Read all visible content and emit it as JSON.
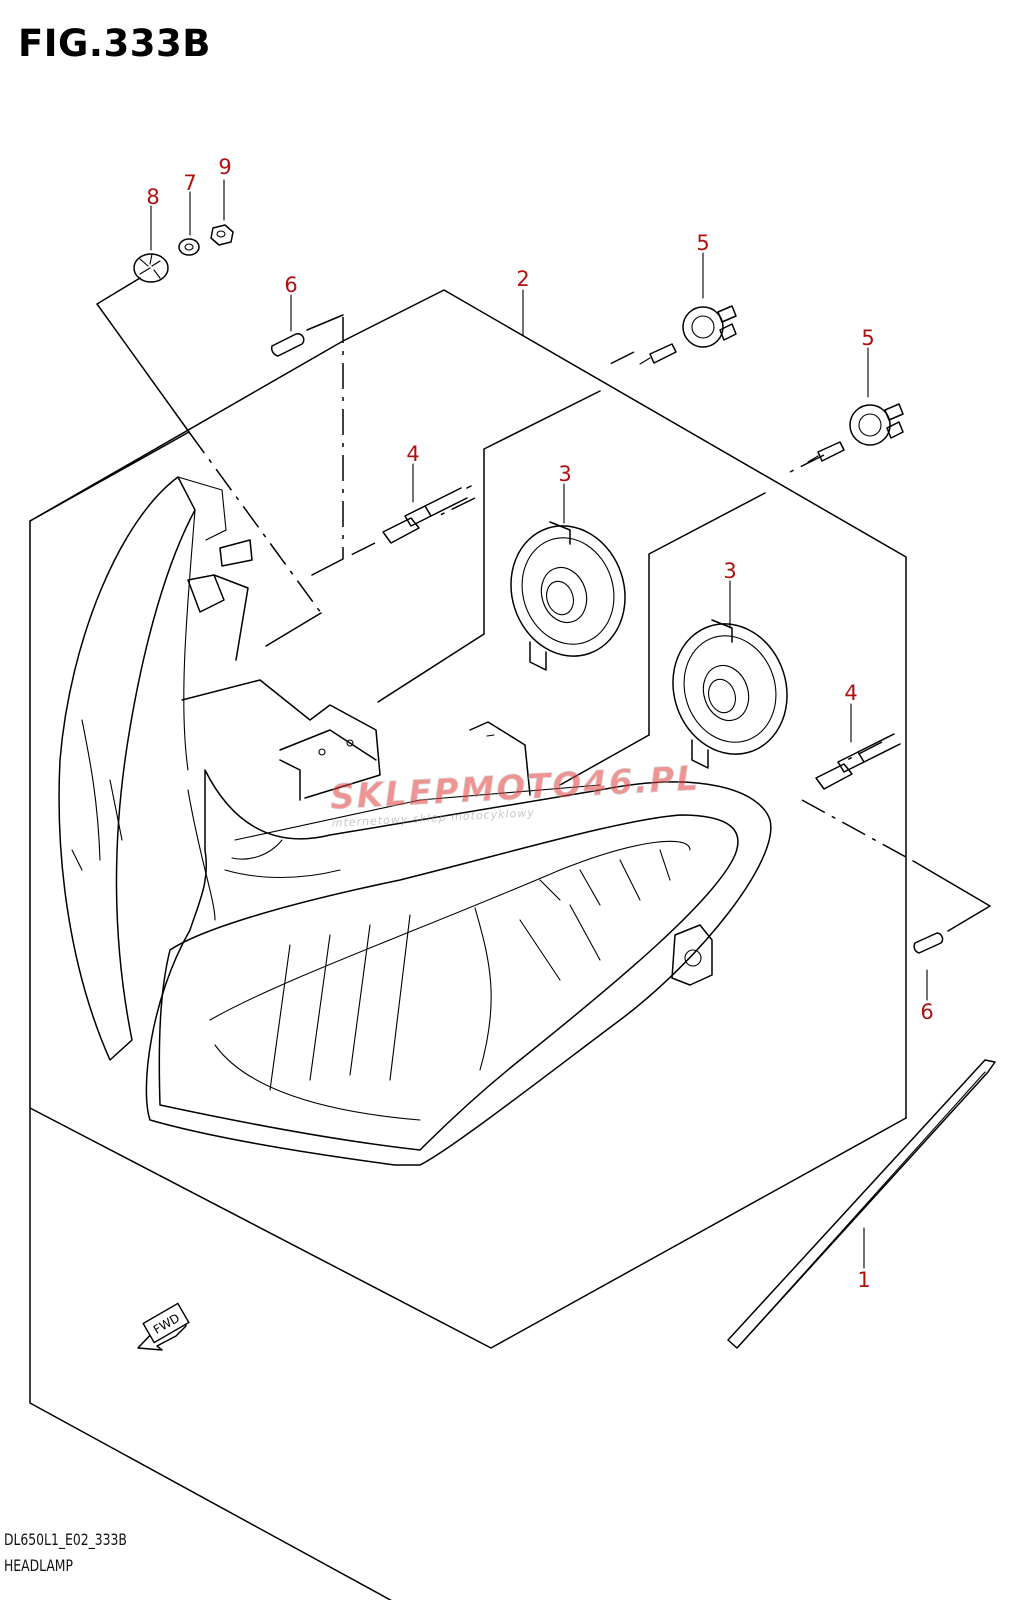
{
  "figure": {
    "title": "FIG.333B"
  },
  "footer": {
    "model_code": "DL650L1_E02_333B",
    "section_name": "HEADLAMP"
  },
  "callouts": [
    "8",
    "7",
    "9",
    "6",
    "2",
    "5",
    "5",
    "4",
    "3",
    "3",
    "4",
    "6",
    "1"
  ],
  "fwd_arrow_label": "FWD",
  "watermark": {
    "brand": "SKLEPMOTO46.PL",
    "tagline": "internetowy sklep motocyklowy"
  },
  "colors": {
    "callout": "#b01010",
    "line": "#000000",
    "watermark_red": "#e23b3b",
    "watermark_gray": "#b9b9b9"
  }
}
